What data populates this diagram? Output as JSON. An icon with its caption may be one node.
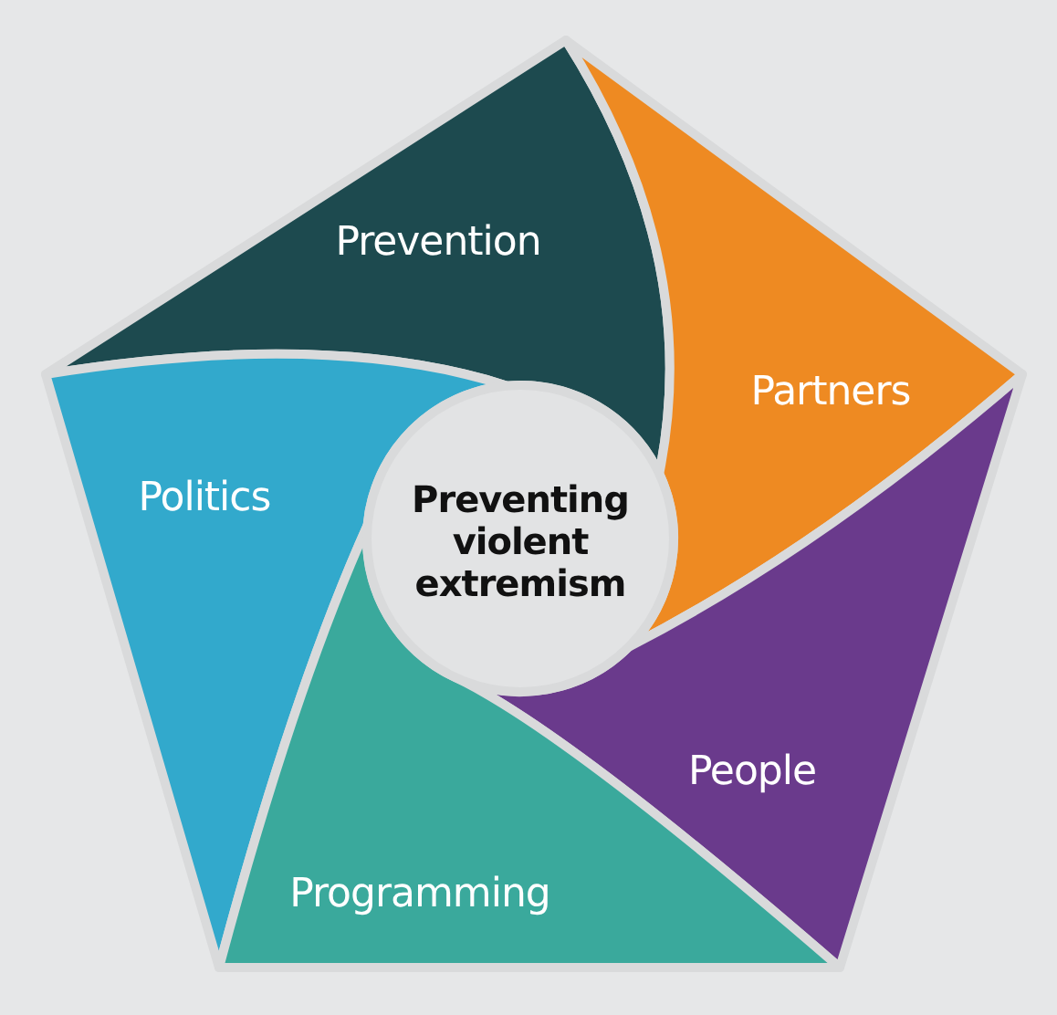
{
  "diagram": {
    "nodes": [
      {
        "text": [
          "Prevention"
        ]
      },
      {
        "text": [
          "Partners"
        ]
      },
      {
        "text": [
          "Politics"
        ]
      },
      {
        "text": [
          "Preventing violent extremism"
        ]
      },
      {
        "text": [
          "People"
        ]
      },
      {
        "text": [
          "Programming"
        ]
      }
    ]
  }
}
